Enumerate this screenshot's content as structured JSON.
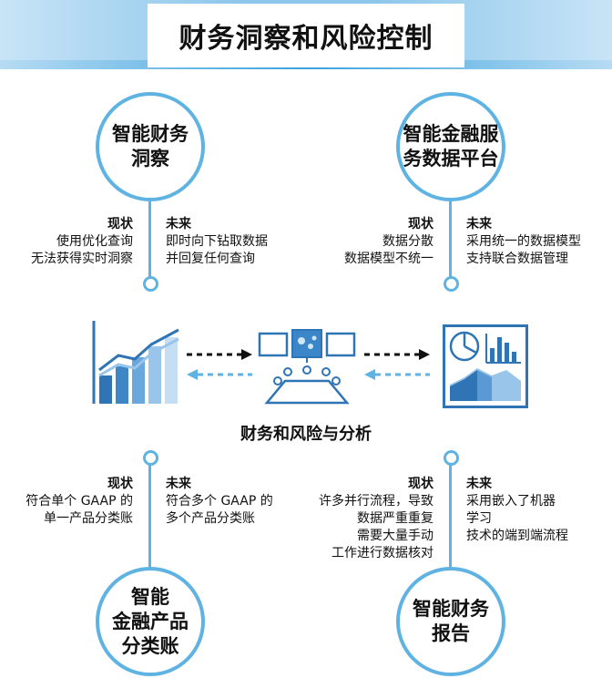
{
  "title": "财务洞察和风险控制",
  "center_label": "财务和风险与分析",
  "colors": {
    "accent": "#5fb3e3",
    "dark_blue": "#2f74b5",
    "light_blue": "#8fbfe6"
  },
  "quadrants": {
    "top_left": {
      "circle": [
        "智能财务",
        "洞察"
      ],
      "current_title": "现状",
      "current_lines": [
        "使用优化查询",
        "无法获得实时洞察"
      ],
      "future_title": "未来",
      "future_lines": [
        "即时向下钻取数据",
        "并回复任何查询"
      ]
    },
    "top_right": {
      "circle": [
        "智能金融服",
        "务数据平台"
      ],
      "current_title": "现状",
      "current_lines": [
        "数据分散",
        "数据模型不统一"
      ],
      "future_title": "未来",
      "future_lines": [
        "采用统一的数据模型",
        "支持联合数据管理"
      ]
    },
    "bottom_left": {
      "circle": [
        "智能",
        "金融产品",
        "分类账"
      ],
      "current_title": "现状",
      "current_lines": [
        "符合单个 GAAP 的",
        "单一产品分类账"
      ],
      "future_title": "未来",
      "future_lines": [
        "符合多个 GAAP 的",
        "多个产品分类账"
      ]
    },
    "bottom_right": {
      "circle": [
        "智能财务",
        "报告"
      ],
      "current_title": "现状",
      "current_lines": [
        "许多并行流程，导致",
        "数据严重重复",
        "需要大量手动",
        "工作进行数据核对"
      ],
      "future_title": "未来",
      "future_lines": [
        "采用嵌入了机器",
        "学习",
        "技术的端到端流程"
      ]
    }
  },
  "icons": [
    "bar-chart-icon",
    "meeting-screens-icon",
    "dashboard-icon",
    "arrow-right-icon",
    "arrow-left-icon"
  ]
}
